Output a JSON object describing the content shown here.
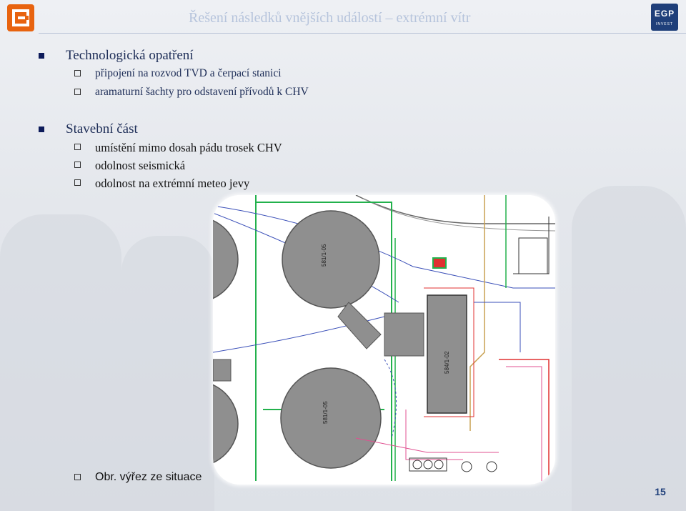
{
  "header": {
    "title": "Řešení následků vnějších událostí – extrémní vítr",
    "logo_left": "cez-logo",
    "logo_right_line1": "EGP",
    "logo_right_line2": "INVEST"
  },
  "sections": [
    {
      "heading": "Technologická opatření",
      "items": [
        "připojení na rozvod TVD a čerpací stanici",
        "aramaturní šachty pro odstavení přívodů k CHV"
      ]
    },
    {
      "heading": "Stavební část",
      "items": [
        "umístění mimo dosah pádu trosek CHV",
        "odolnost seismická",
        "odolnost na extrémní meteo jevy"
      ]
    }
  ],
  "figure": {
    "label_tower_upper": "581/1-05",
    "label_tower_lower": "581/1-05",
    "label_building": "584/1-02"
  },
  "caption": "Obr. výřez ze situace",
  "page_number": "15",
  "colors": {
    "accent_orange": "#e8630f",
    "brand_blue": "#1f3f7a",
    "heading_blue": "#1d2d57"
  }
}
